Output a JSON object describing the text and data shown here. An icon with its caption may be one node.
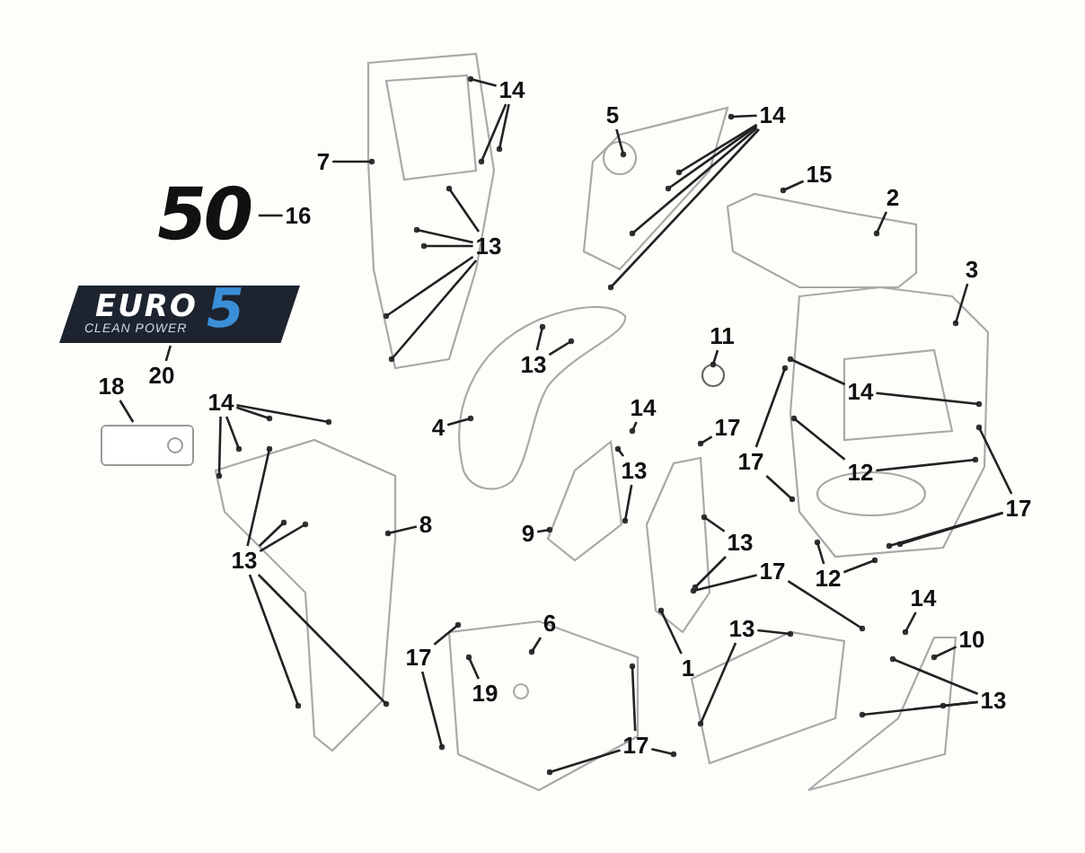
{
  "diagram": {
    "nodes": [
      {
        "text": [
          "14"
        ]
      },
      {
        "text": [
          "5"
        ]
      },
      {
        "text": [
          "14"
        ]
      },
      {
        "text": [
          "7"
        ]
      },
      {
        "text": [
          "15"
        ]
      },
      {
        "text": [
          "2"
        ]
      },
      {
        "text": [
          "50"
        ]
      },
      {
        "text": [
          "16"
        ]
      },
      {
        "text": [
          "13"
        ]
      },
      {
        "text": [
          "3"
        ]
      },
      {
        "text": [
          "11"
        ]
      },
      {
        "text": [
          "13"
        ]
      },
      {
        "text": [
          "EURO",
          "5",
          "CLEAN POWER"
        ]
      },
      {
        "text": [
          "20"
        ]
      },
      {
        "text": [
          "4"
        ]
      },
      {
        "text": [
          "14"
        ]
      },
      {
        "text": [
          "14"
        ]
      },
      {
        "text": [
          "18"
        ]
      },
      {
        "text": [
          "14"
        ]
      },
      {
        "text": [],
        "shape": "box"
      },
      {
        "text": [
          "17"
        ]
      },
      {
        "text": [
          "17"
        ]
      },
      {
        "text": [
          "13"
        ]
      },
      {
        "text": [
          "12"
        ]
      },
      {
        "text": [
          "17"
        ]
      },
      {
        "text": [
          "8"
        ]
      },
      {
        "text": [
          "9"
        ]
      },
      {
        "text": [
          "13"
        ]
      },
      {
        "text": [
          "13"
        ]
      },
      {
        "text": [
          "17"
        ]
      },
      {
        "text": [
          "12"
        ]
      },
      {
        "text": [
          "14"
        ]
      },
      {
        "text": [
          "13"
        ]
      },
      {
        "text": [
          "6"
        ]
      },
      {
        "text": [
          "10"
        ]
      },
      {
        "text": [
          "17"
        ]
      },
      {
        "text": [
          "1"
        ]
      },
      {
        "text": [
          "19"
        ]
      },
      {
        "text": [
          "13"
        ]
      },
      {
        "text": [
          "17"
        ]
      }
    ],
    "edges": [
      {
        "from": 0,
        "to": null,
        "arrow": "none"
      },
      {
        "from": 0,
        "to": null,
        "arrow": "none"
      },
      {
        "from": 0,
        "to": null,
        "arrow": "none"
      },
      {
        "from": 1,
        "to": null,
        "arrow": "none"
      },
      {
        "from": 2,
        "to": null,
        "arrow": "none"
      },
      {
        "from": 2,
        "to": null,
        "arrow": "none"
      },
      {
        "from": 2,
        "to": null,
        "arrow": "none"
      },
      {
        "from": 2,
        "to": null,
        "arrow": "none"
      },
      {
        "from": 2,
        "to": null,
        "arrow": "none"
      },
      {
        "from": 3,
        "to": null,
        "arrow": "none"
      },
      {
        "from": 4,
        "to": null,
        "arrow": "none"
      },
      {
        "from": 5,
        "to": null,
        "arrow": "none"
      },
      {
        "from": 7,
        "to": 6,
        "arrow": "none"
      },
      {
        "from": 8,
        "to": null,
        "arrow": "none"
      },
      {
        "from": 8,
        "to": null,
        "arrow": "none"
      },
      {
        "from": 8,
        "to": null,
        "arrow": "none"
      },
      {
        "from": 8,
        "to": null,
        "arrow": "none"
      },
      {
        "from": 8,
        "to": null,
        "arrow": "none"
      },
      {
        "from": 9,
        "to": null,
        "arrow": "none"
      },
      {
        "from": 10,
        "to": null,
        "arrow": "none"
      },
      {
        "from": 11,
        "to": null,
        "arrow": "none"
      },
      {
        "from": 11,
        "to": null,
        "arrow": "none"
      },
      {
        "from": 13,
        "to": 12,
        "arrow": "none"
      },
      {
        "from": 14,
        "to": null,
        "arrow": "none"
      },
      {
        "from": 15,
        "to": null,
        "arrow": "none"
      },
      {
        "from": 15,
        "to": null,
        "arrow": "none"
      },
      {
        "from": 16,
        "to": null,
        "arrow": "none"
      },
      {
        "from": 17,
        "to": 19,
        "arrow": "none"
      },
      {
        "from": 18,
        "to": null,
        "arrow": "none"
      },
      {
        "from": 18,
        "to": null,
        "arrow": "none"
      },
      {
        "from": 18,
        "to": null,
        "arrow": "none"
      },
      {
        "from": 18,
        "to": null,
        "arrow": "none"
      },
      {
        "from": 20,
        "to": null,
        "arrow": "none"
      },
      {
        "from": 21,
        "to": null,
        "arrow": "none"
      },
      {
        "from": 21,
        "to": null,
        "arrow": "none"
      },
      {
        "from": 22,
        "to": null,
        "arrow": "none"
      },
      {
        "from": 22,
        "to": null,
        "arrow": "none"
      },
      {
        "from": 23,
        "to": null,
        "arrow": "none"
      },
      {
        "from": 23,
        "to": null,
        "arrow": "none"
      },
      {
        "from": 24,
        "to": null,
        "arrow": "none"
      },
      {
        "from": 24,
        "to": null,
        "arrow": "none"
      },
      {
        "from": 24,
        "to": null,
        "arrow": "none"
      },
      {
        "from": 25,
        "to": null,
        "arrow": "none"
      },
      {
        "from": 26,
        "to": null,
        "arrow": "none"
      },
      {
        "from": 27,
        "to": null,
        "arrow": "none"
      },
      {
        "from": 27,
        "to": null,
        "arrow": "none"
      },
      {
        "from": 27,
        "to": null,
        "arrow": "none"
      },
      {
        "from": 27,
        "to": null,
        "arrow": "none"
      },
      {
        "from": 27,
        "to": null,
        "arrow": "none"
      },
      {
        "from": 28,
        "to": null,
        "arrow": "none"
      },
      {
        "from": 28,
        "to": null,
        "arrow": "none"
      },
      {
        "from": 29,
        "to": null,
        "arrow": "none"
      },
      {
        "from": 29,
        "to": null,
        "arrow": "none"
      },
      {
        "from": 30,
        "to": null,
        "arrow": "none"
      },
      {
        "from": 30,
        "to": null,
        "arrow": "none"
      },
      {
        "from": 31,
        "to": null,
        "arrow": "none"
      },
      {
        "from": 32,
        "to": null,
        "arrow": "none"
      },
      {
        "from": 32,
        "to": null,
        "arrow": "none"
      },
      {
        "from": 33,
        "to": null,
        "arrow": "none"
      },
      {
        "from": 34,
        "to": null,
        "arrow": "none"
      },
      {
        "from": 35,
        "to": null,
        "arrow": "none"
      },
      {
        "from": 35,
        "to": null,
        "arrow": "none"
      },
      {
        "from": 36,
        "to": null,
        "arrow": "none"
      },
      {
        "from": 37,
        "to": null,
        "arrow": "none"
      },
      {
        "from": 38,
        "to": null,
        "arrow": "none"
      },
      {
        "from": 38,
        "to": null,
        "arrow": "none"
      },
      {
        "from": 38,
        "to": null,
        "arrow": "none"
      },
      {
        "from": 39,
        "to": null,
        "arrow": "none"
      },
      {
        "from": 39,
        "to": null,
        "arrow": "none"
      },
      {
        "from": 39,
        "to": null,
        "arrow": "none"
      }
    ]
  }
}
